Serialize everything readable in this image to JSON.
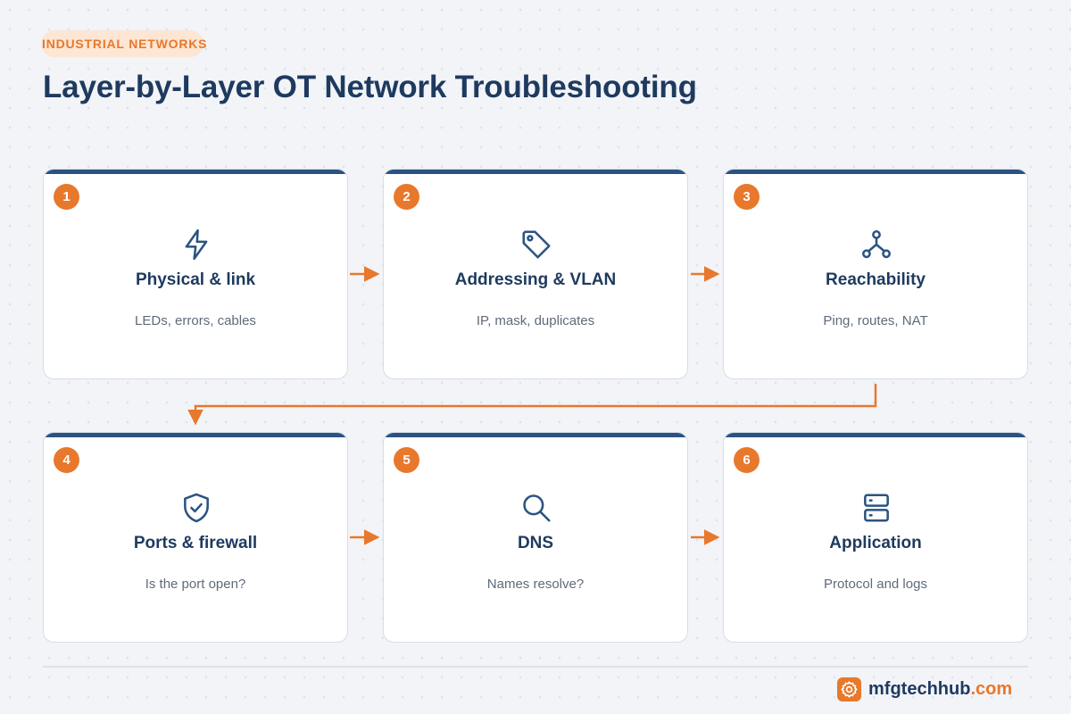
{
  "header": {
    "eyebrow": "INDUSTRIAL NETWORKS",
    "title": "Layer-by-Layer OT Network Troubleshooting"
  },
  "steps": [
    {
      "number": "1",
      "title": "Physical & link",
      "subtitle": "LEDs, errors, cables",
      "icon": "lightning-icon"
    },
    {
      "number": "2",
      "title": "Addressing & VLAN",
      "subtitle": "IP, mask, duplicates",
      "icon": "tag-icon"
    },
    {
      "number": "3",
      "title": "Reachability",
      "subtitle": "Ping, routes, NAT",
      "icon": "network-nodes-icon"
    },
    {
      "number": "4",
      "title": "Ports & firewall",
      "subtitle": "Is the port open?",
      "icon": "shield-check-icon"
    },
    {
      "number": "5",
      "title": "DNS",
      "subtitle": "Names resolve?",
      "icon": "search-icon"
    },
    {
      "number": "6",
      "title": "Application",
      "subtitle": "Protocol and logs",
      "icon": "server-icon"
    }
  ],
  "footer": {
    "brand_name": "mfgtechhub",
    "brand_tld": ".com",
    "brand_icon": "gear-icon"
  },
  "colors": {
    "accent": "#e8782c",
    "navy": "#1e3a5f",
    "card_bar": "#2b5381",
    "background": "#f2f4f8"
  }
}
